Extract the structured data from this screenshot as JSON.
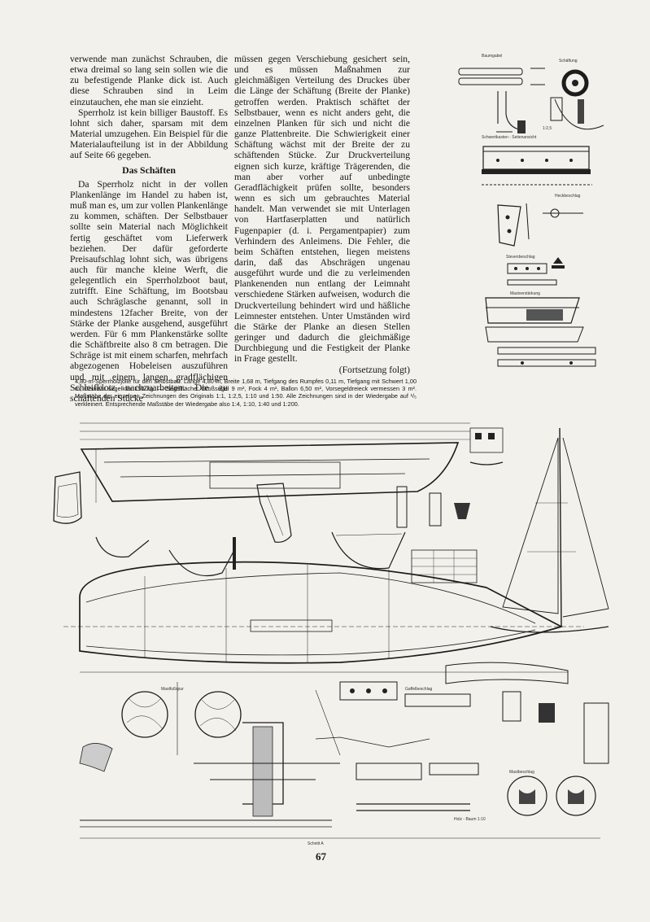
{
  "column_left": {
    "paragraphs": [
      "verwende man zunächst Schrauben, die etwa dreimal so lang sein sollen wie die zu befestigende Planke dick ist. Auch diese Schrauben sind in Leim einzutauchen, ehe man sie einzieht.",
      "Sperrholz ist kein billiger Baustoff. Es lohnt sich daher, sparsam mit dem Material umzugehen. Ein Beispiel für die Materialaufteilung ist in der Abbildung auf Seite 66 gegeben."
    ],
    "heading": "Das Schäften",
    "paragraph_after_heading": "Da Sperrholz nicht in der vollen Plankenlänge im Handel zu haben ist, muß man es, um zur vollen Plankenlänge zu kommen, schäften. Der Selbstbauer sollte sein Material nach Möglichkeit fertig geschäftet vom Lieferwerk beziehen. Der dafür geforderte Preisaufschlag lohnt sich, was übrigens auch für manche kleine Werft, die gelegentlich ein Sperrholzboot baut, zutrifft. Eine Schäftung, im Bootsbau auch Schräglasche genannt, soll in mindestens 12facher Breite, von der Stärke der Planke ausgehend, ausgeführt werden. Für 6 mm Plankenstärke sollte die Schäftbreite also 8 cm betragen. Die Schräge ist mit einem scharfen, mehrfach abgezogenen Hobeleisen auszuführen und mit einem langen gradflächigen Schleifklotz nachzuarbeiten. Die zu schäftenden Stücke"
  },
  "column_right": {
    "paragraph": "müssen gegen Verschiebung gesichert sein, und es müssen Maßnahmen zur gleichmäßigen Verteilung des Druckes über die Länge der Schäftung (Breite der Planke) getroffen werden. Praktisch schäftet der Selbstbauer, wenn es nicht anders geht, die einzelnen Planken für sich und nicht die ganze Plattenbreite. Die Schwierigkeit einer Schäftung wächst mit der Breite der zu schäftenden Stücke. Zur Druckverteilung eignen sich kurze, kräftige Trägerenden, die man aber vorher auf unbedingte Geradflächigkeit prüfen sollte, besonders wenn es sich um gebrauchtes Material handelt. Man verwendet sie mit Unterlagen von Hartfaserplatten und natürlich Fugenpapier (d. i. Pergamentpapier) zum Verhindern des Anleimens. Die Fehler, die beim Schäften entstehen, liegen meistens darin, daß das Abschrägen ungenau ausgeführt wurde und die zu verleimenden Plankenenden nun entlang der Leimnaht verschiedene Stärken aufweisen, wodurch die Druckverteilung behindert wird und häßliche Leimnester entstehen. Unter Umständen wird die Stärke der Planke an diesen Stellen geringer und dadurch die gleichmäßige Durchbiegung und die Festigkeit der Planke in Frage gestellt.",
    "continuation": "(Fortsetzung folgt)"
  },
  "caption": "4,80-m-Sperrholzjolle für den Selbstbau. Länge 4,80 m, Breite 1,68 m, Tiefgang des Rumpfes 0,11 m, Tiefgang mit Schwert 1,00 m, Gewicht segelklar 150 kg. — Segelfläche: Großsegel 9 m², Fock 4 m², Ballon 6,50 m², Vorsegeldreieck vermessen 3 m². Maßstäbe der einzelnen Zeichnungen des Originals 1:1, 1:2,5, 1:10 und 1:50. Alle Zeichnungen sind in der Wiedergabe auf ¹/₅ verkleinert. Entsprechende Maßstäbe der Wiedergabe also 1:4, 1:10, 1:40 und 1:200.",
  "page_number": "67",
  "drawing_labels": {
    "baumgabel": "Baumgabel",
    "schaeftung": "Schäftung",
    "scale_15": "1:2,5",
    "schwertkasten": "Schwertkasten - Seitenansicht",
    "heckbeschlag": "Heckbeschlag",
    "stevenbeschlag": "Stevenbeschlag",
    "mastverstaerkung": "Mastverstärkung",
    "mastfuss": "Mastfußspur",
    "gaffelbeschlag": "Gaffelbeschlag",
    "mastbeschlag": "Mastbeschlag",
    "baum": "Holz - Baum 1:10",
    "schnitt": "Schnitt A"
  }
}
